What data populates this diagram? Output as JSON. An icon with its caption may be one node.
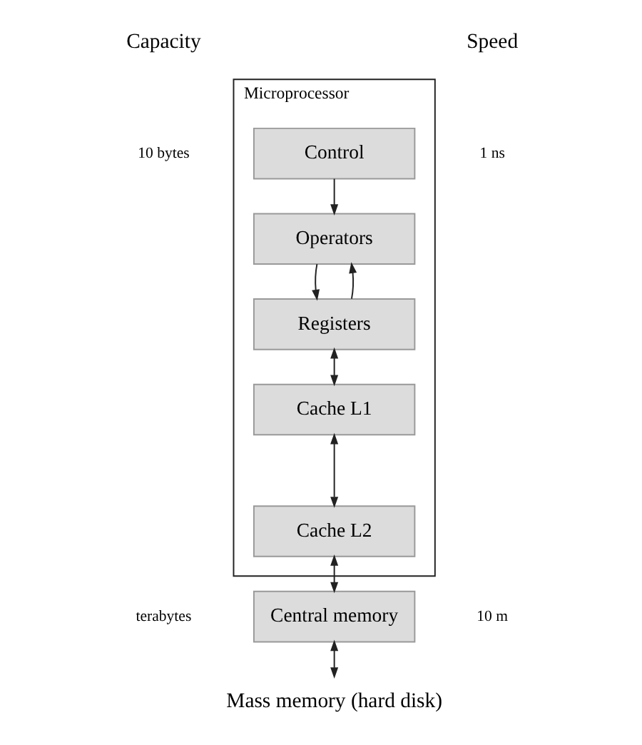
{
  "diagram": {
    "nodes": [
      {
        "text": [
          "Microprocessor"
        ]
      },
      {
        "text": [
          "Control"
        ],
        "in": 0
      },
      {
        "text": [
          "Operators"
        ],
        "in": 0
      },
      {
        "text": [
          "Registers"
        ],
        "in": 0
      },
      {
        "text": [
          "Cache L1"
        ],
        "in": 0
      },
      {
        "text": [
          "Cache L2"
        ],
        "in": 0
      },
      {
        "text": [
          "Central memory"
        ]
      },
      {
        "text": [
          "Mass memory (hard disk)"
        ]
      }
    ],
    "edges": [
      {
        "from": 1,
        "to": 2,
        "arrow": "to"
      },
      {
        "from": 2,
        "to": 3,
        "arrow": "to"
      },
      {
        "from": 3,
        "to": 2,
        "arrow": "to"
      },
      {
        "from": 3,
        "to": 4,
        "arrow": "both"
      },
      {
        "from": 4,
        "to": 5,
        "arrow": "both"
      },
      {
        "from": 5,
        "to": 6,
        "arrow": "both"
      },
      {
        "from": 6,
        "to": 7,
        "arrow": "both"
      }
    ],
    "labels": [
      "Capacity",
      "Speed",
      "10 bytes",
      "1 ns",
      "terabytes",
      "10 m"
    ]
  }
}
